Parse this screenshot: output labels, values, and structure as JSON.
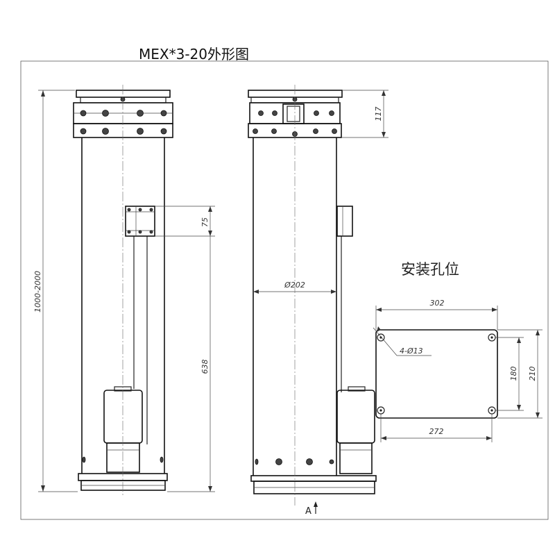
{
  "title": "MEX*3-20外形图",
  "mount_title": "安装孔位",
  "view_marker": "A",
  "dimensions": {
    "length_range": "1000-2000",
    "bracket_height": "75",
    "stroke_to_base": "638",
    "body_diameter": "Ø202",
    "top_height": "117",
    "plate_width": "302",
    "hole_spacing_x": "272",
    "hole_spacing_y": "180",
    "plate_height": "210",
    "holes": "4-Ø13"
  }
}
